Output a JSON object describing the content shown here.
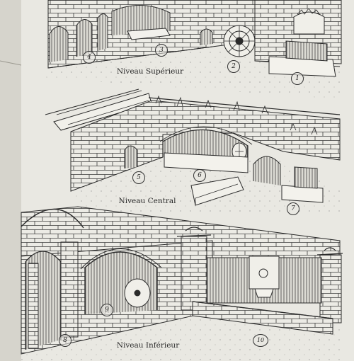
{
  "levels": {
    "upper": "Niveau Supérieur",
    "central": "Niveau Central",
    "lower": "Niveau Inférieur"
  },
  "markers": [
    "1",
    "2",
    "3",
    "4",
    "5",
    "6",
    "7",
    "8",
    "9",
    "10"
  ],
  "colors": {
    "paper": "#e9e8e2",
    "ink": "#2b2b2b",
    "shadow": "#d8d7d0"
  }
}
